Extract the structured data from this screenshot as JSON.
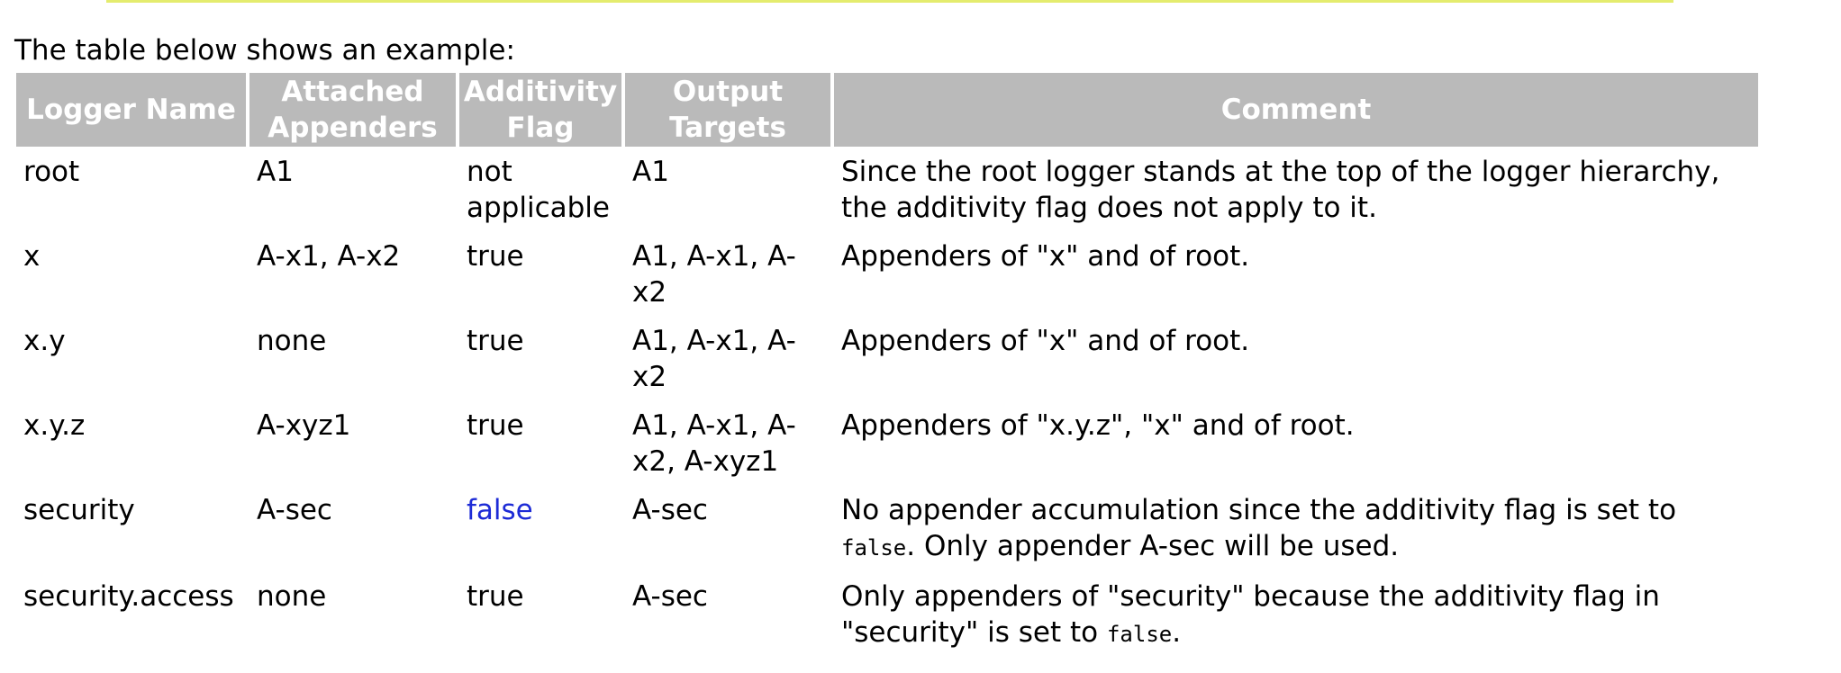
{
  "intro_text": "The table below shows an example:",
  "colors": {
    "header_bg": "#bababa",
    "header_text": "#ffffff",
    "highlight_link": "#1d2bd6",
    "top_bar": "#e4ec6e"
  },
  "table": {
    "headers": {
      "logger_name": "Logger Name",
      "attached_appenders": "Attached Appenders",
      "additivity_flag": "Additivity Flag",
      "output_targets": "Output Targets",
      "comment": "Comment"
    },
    "rows": [
      {
        "logger_name": "root",
        "attached_appenders": "A1",
        "additivity_flag": "not applicable",
        "output_targets": "A1",
        "comment": "Since the root logger stands at the top of the logger hierarchy, the additivity flag does not apply to it."
      },
      {
        "logger_name": "x",
        "attached_appenders": "A-x1, A-x2",
        "additivity_flag": "true",
        "output_targets": "A1, A-x1, A-x2",
        "comment": "Appenders of \"x\" and of root."
      },
      {
        "logger_name": "x.y",
        "attached_appenders": "none",
        "additivity_flag": "true",
        "output_targets": "A1, A-x1, A-x2",
        "comment": "Appenders of \"x\" and of root."
      },
      {
        "logger_name": "x.y.z",
        "attached_appenders": "A-xyz1",
        "additivity_flag": "true",
        "output_targets": "A1, A-x1, A-x2, A-xyz1",
        "comment": "Appenders of \"x.y.z\", \"x\" and of root."
      },
      {
        "logger_name": "security",
        "attached_appenders": "A-sec",
        "additivity_flag": "false",
        "output_targets": "A-sec",
        "comment_part1": "No appender accumulation since the additivity flag is set to ",
        "comment_code": "false",
        "comment_part2": ". Only appender A-sec will be used."
      },
      {
        "logger_name": "security.access",
        "attached_appenders": "none",
        "additivity_flag": "true",
        "output_targets": "A-sec",
        "comment_part1": "Only appenders of \"security\" because the additivity flag in \"security\" is set to ",
        "comment_code": "false",
        "comment_part2": "."
      }
    ]
  }
}
